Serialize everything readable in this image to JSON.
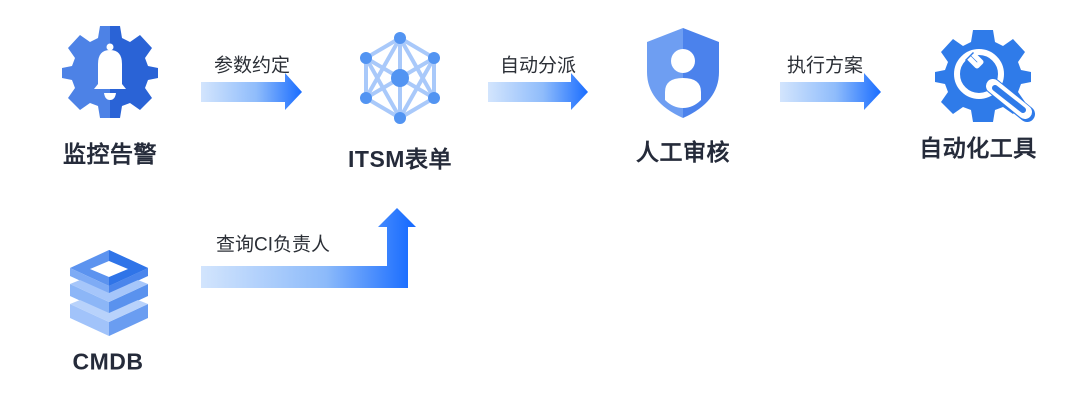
{
  "diagram": {
    "type": "flowchart",
    "nodes": [
      {
        "id": "monitor",
        "label": "监控告警",
        "icon": "gear-bell-icon"
      },
      {
        "id": "itsm",
        "label": "ITSM表单",
        "icon": "network-hexagon-icon"
      },
      {
        "id": "review",
        "label": "人工审核",
        "icon": "shield-user-icon"
      },
      {
        "id": "automation",
        "label": "自动化工具",
        "icon": "gear-wrench-icon"
      },
      {
        "id": "cmdb",
        "label": "CMDB",
        "icon": "stacked-layers-icon"
      }
    ],
    "edges": [
      {
        "from": "monitor",
        "to": "itsm",
        "label": "参数约定"
      },
      {
        "from": "itsm",
        "to": "review",
        "label": "自动分派"
      },
      {
        "from": "review",
        "to": "automation",
        "label": "执行方案"
      },
      {
        "from": "cmdb",
        "to": "itsm",
        "label": "查询CI负责人"
      }
    ]
  },
  "colors": {
    "primary_blue": "#2a72e8",
    "icon_blue_light": "#5b8def",
    "icon_blue_dark": "#2f6fe0",
    "arrow_start": "#cfe2fd",
    "arrow_end": "#1a6dff",
    "label_text": "#252b3a",
    "edge_text": "#2b2f36"
  }
}
